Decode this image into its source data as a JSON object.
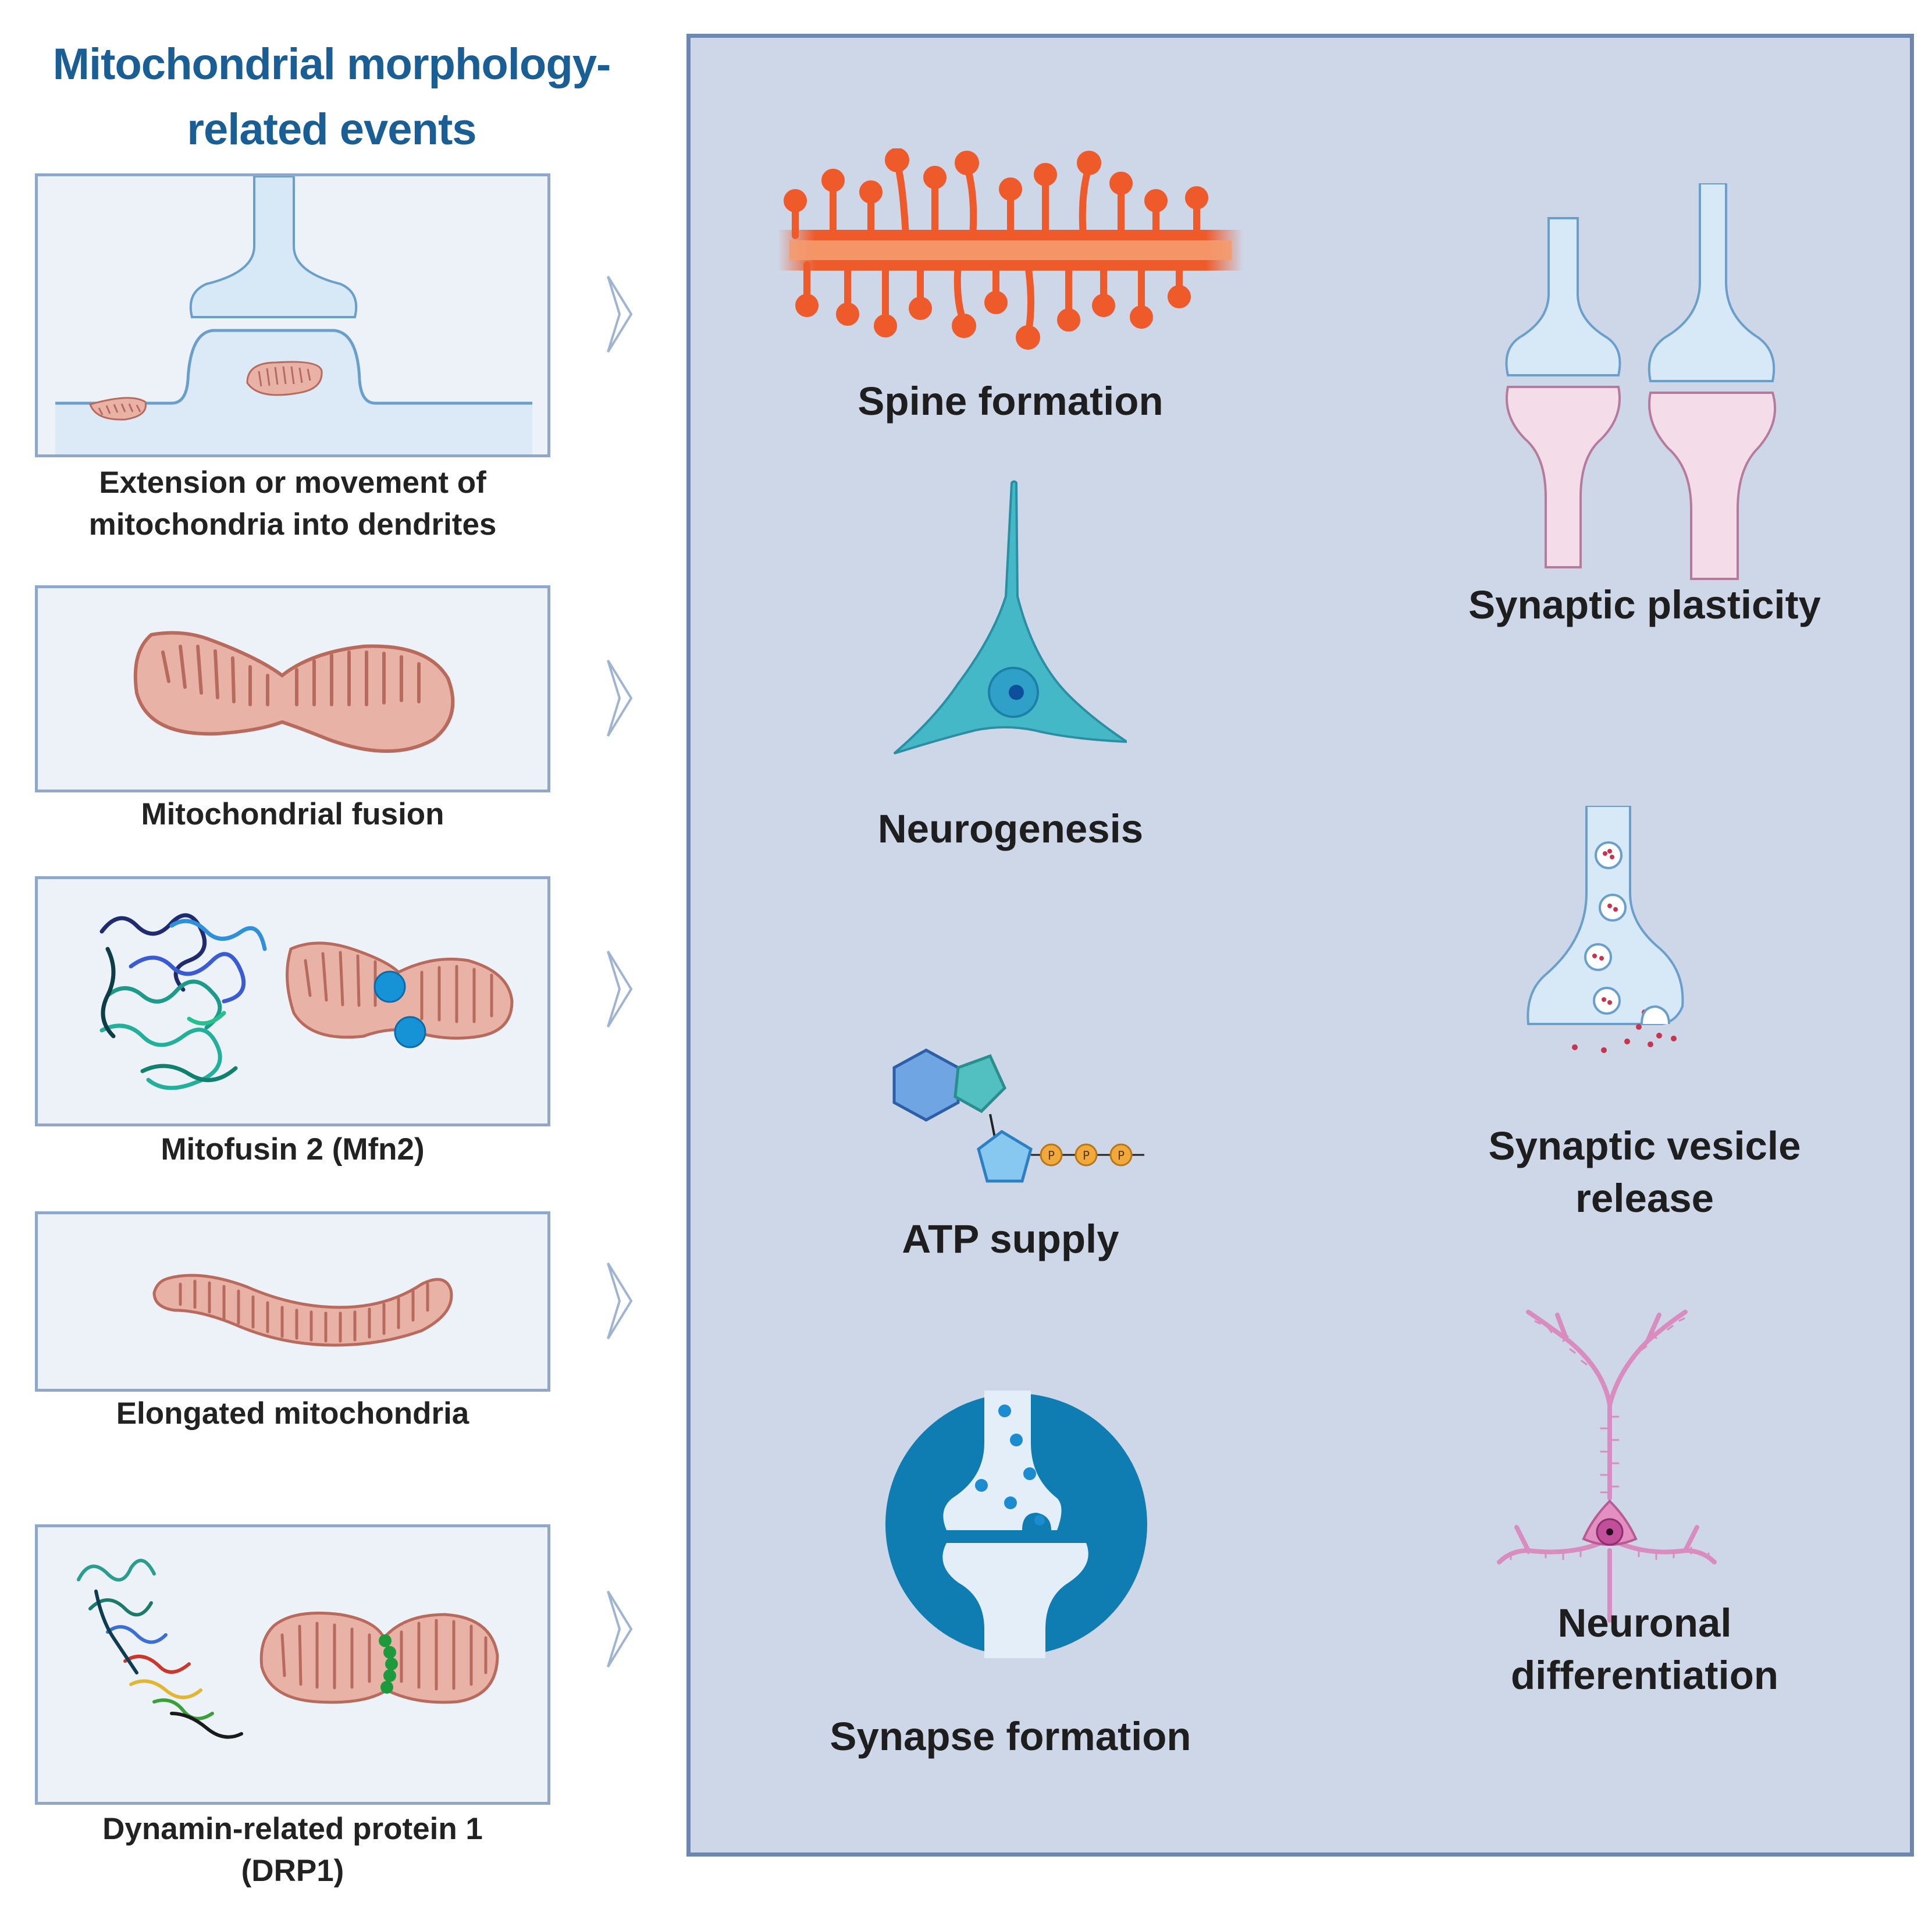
{
  "title_lines": [
    "Mitochondrial morphology-",
    "related events"
  ],
  "events": [
    {
      "caption_lines": [
        "Extension or movement of",
        "mitochondria into dendrites"
      ]
    },
    {
      "caption_lines": [
        "Mitochondrial fusion"
      ]
    },
    {
      "caption_lines": [
        "Mitofusin 2 (Mfn2)"
      ]
    },
    {
      "caption_lines": [
        "Elongated mitochondria"
      ]
    },
    {
      "caption_lines": [
        "Dynamin-related protein 1",
        "(DRP1)"
      ]
    }
  ],
  "outcomes": {
    "spine": [
      "Spine formation"
    ],
    "plasticity": [
      "Synaptic plasticity"
    ],
    "neurogenesis": [
      "Neurogenesis"
    ],
    "vesicle": [
      "Synaptic vesicle",
      "release"
    ],
    "atp": [
      "ATP supply"
    ],
    "atp_phosphate": "P",
    "differentiation": [
      "Neuronal",
      "differentiation"
    ],
    "synapse": [
      "Synapse formation"
    ]
  },
  "colors": {
    "title": "#1a5e96",
    "mito_fill": "#e8b2a6",
    "mito_stroke": "#b86a5d",
    "panel_bg": "#cdd7e8",
    "panel_border": "#6f87ae",
    "spine": "#ef5a2a",
    "neuron_cyan": "#45b8c8",
    "dendrite_pink": "#d98cc0",
    "synapse_circle": "#0f7db1"
  }
}
